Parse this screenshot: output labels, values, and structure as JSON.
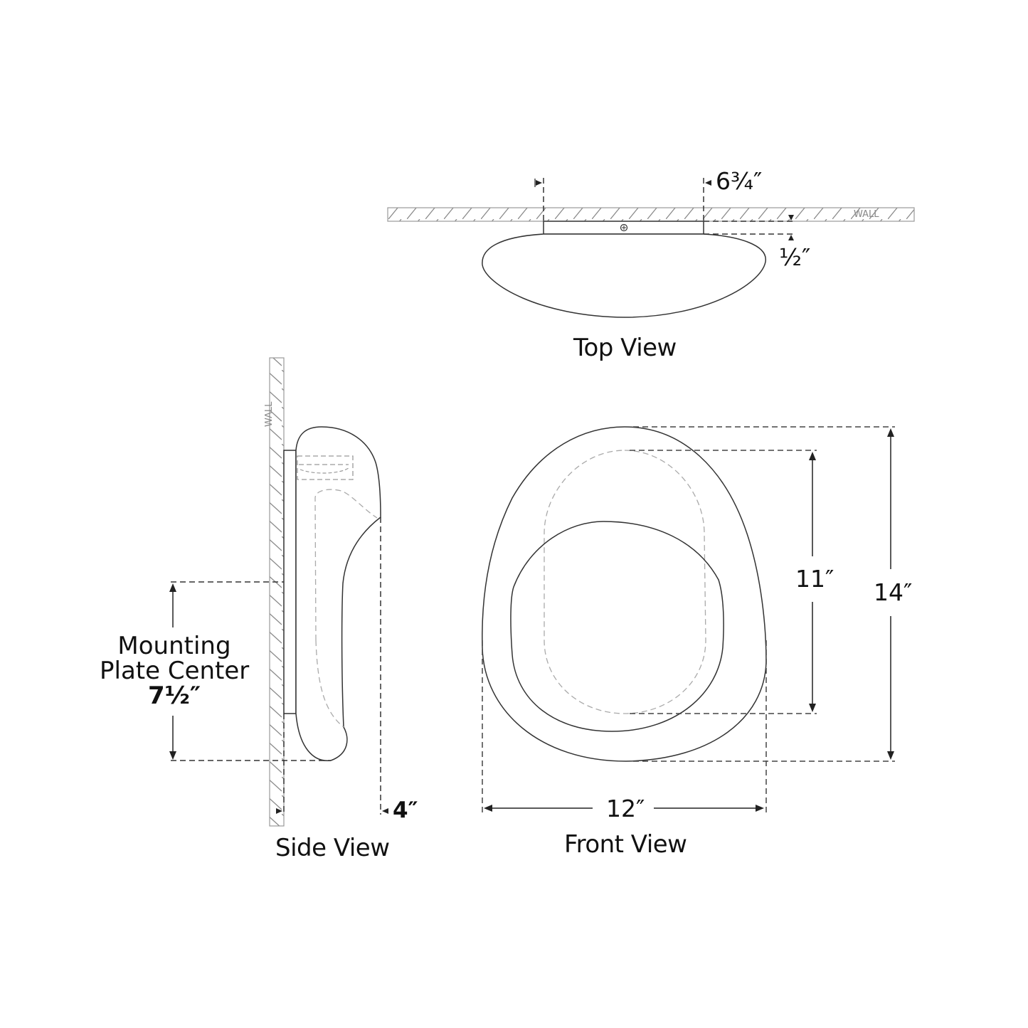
{
  "colors": {
    "background": "#ffffff",
    "outline": "#222222",
    "hidden_line": "#999999",
    "hatch": "#8a8a8a",
    "text": "#111111"
  },
  "views": {
    "top": {
      "title": "Top View",
      "wall_label": "WALL",
      "dimensions": {
        "plate_width": "6¾″",
        "plate_depth": "½″"
      }
    },
    "side": {
      "title": "Side View",
      "wall_label": "WALL",
      "mounting_label_line1": "Mounting",
      "mounting_label_line2": "Plate Center",
      "mounting_value": "7½″",
      "dimensions": {
        "extension": "4″"
      }
    },
    "front": {
      "title": "Front View",
      "dimensions": {
        "width": "12″",
        "height": "14″",
        "inner_height": "11″"
      }
    }
  }
}
